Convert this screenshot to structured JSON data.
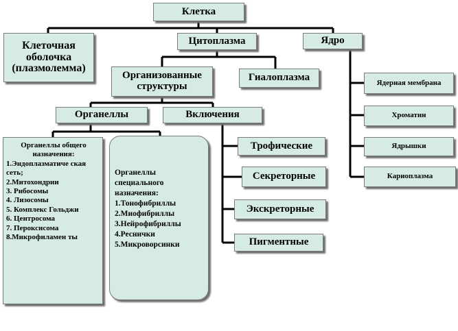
{
  "root": "Клетка",
  "cell_membrane": "Клеточная оболочка (плазмолемма)",
  "cytoplasm": "Цитоплазма",
  "nucleus": "Ядро",
  "organized_structures": "Организованные структуры",
  "hyaloplasm": "Гиалоплазма",
  "organelles": "Органеллы",
  "inclusions": "Включения",
  "general_organelles": {
    "header": "Органеллы общего назначения:",
    "items": [
      "1.Эндоплазматиче ская сеть;",
      "2.Митохондрии",
      "3. Рибосомы",
      "4. Лизосомы",
      "5. Комплекс Гольджи",
      "6. Центросома",
      "7. Пероксисома",
      "8.Микрофиламен ты"
    ]
  },
  "special_organelles": {
    "header": "Органеллы специального назначения:",
    "items": [
      "1.Тонофибриллы",
      "2.Миофибриллы",
      "3.Нейрофибриллы",
      "4.Реснички",
      "5.Микроворсинки"
    ]
  },
  "inclusion_types": [
    "Трофические",
    "Секреторные",
    "Экскреторные",
    "Пигментные"
  ],
  "nucleus_parts": [
    "Ядерная мембрана",
    "Хроматин",
    "Ядрышки",
    "Кариоплазма"
  ],
  "colors": {
    "box_fill": "#d6ebe5",
    "line": "#000000",
    "shadow": "#6e6e6e"
  }
}
